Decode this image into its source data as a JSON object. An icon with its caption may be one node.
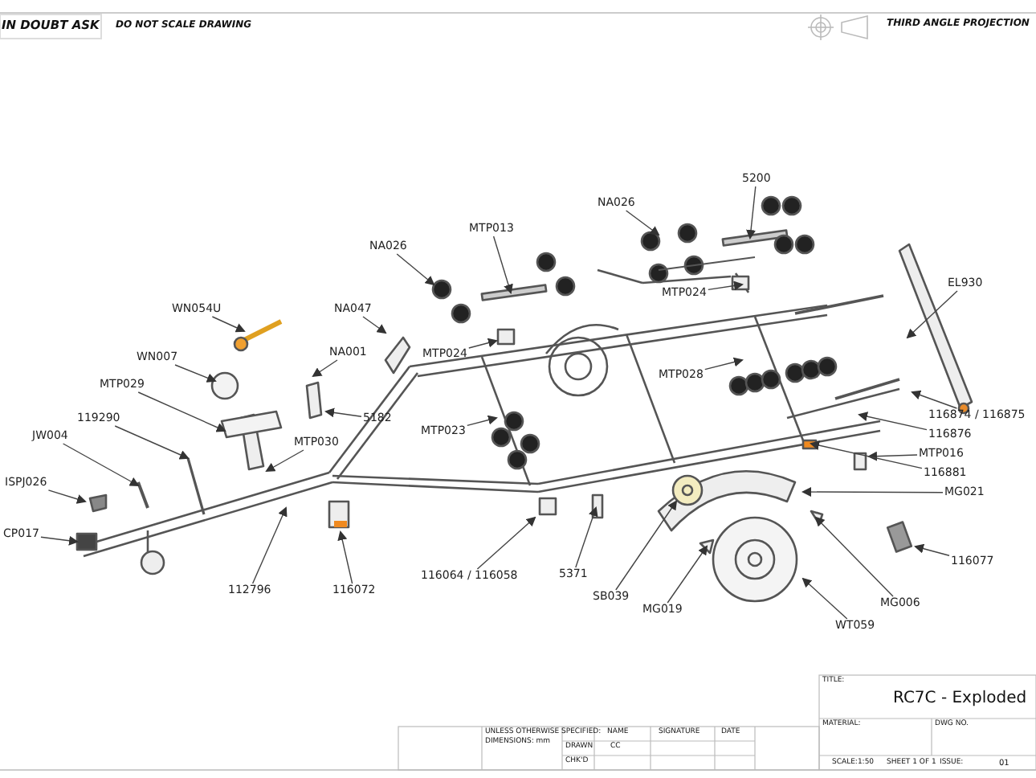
{
  "diagram": {
    "nodes": [
      {
        "text": [
          "NA026"
        ]
      },
      {
        "text": [
          "5200"
        ]
      },
      {
        "text": [
          "MTP013"
        ]
      },
      {
        "text": [
          "NA026"
        ]
      },
      {
        "text": [
          "WN054U"
        ]
      },
      {
        "text": [
          "NA047"
        ]
      },
      {
        "text": [
          "MTP024"
        ]
      },
      {
        "text": [
          "MTP024"
        ]
      },
      {
        "text": [
          "EL930"
        ]
      },
      {
        "text": [
          "WN007"
        ]
      },
      {
        "text": [
          "NA001"
        ]
      },
      {
        "text": [
          "MTP029"
        ]
      },
      {
        "text": [
          "5182"
        ]
      },
      {
        "text": [
          "MTP028"
        ]
      },
      {
        "text": [
          "119290"
        ]
      },
      {
        "text": [
          "MTP023"
        ]
      },
      {
        "text": [
          "MTP030"
        ]
      },
      {
        "text": [
          "JW004"
        ]
      },
      {
        "text": [
          "116874 / 116875"
        ]
      },
      {
        "text": [
          "116876"
        ]
      },
      {
        "text": [
          "ISPJ026"
        ]
      },
      {
        "text": [
          "MTP016"
        ]
      },
      {
        "text": [
          "CP017"
        ]
      },
      {
        "text": [
          "116881"
        ]
      },
      {
        "text": [
          "MG021"
        ]
      },
      {
        "text": [
          "116077"
        ]
      },
      {
        "text": [
          "112796"
        ]
      },
      {
        "text": [
          "116072"
        ]
      },
      {
        "text": [
          "116064 / 116058"
        ]
      },
      {
        "text": [
          "5371"
        ]
      },
      {
        "text": [
          "SB039"
        ]
      },
      {
        "text": [
          "MG006"
        ]
      },
      {
        "text": [
          "MG019"
        ]
      },
      {
        "text": [
          "WT059"
        ]
      }
    ],
    "edges": [
      {
        "from": 0,
        "to": null,
        "arrow": "to"
      },
      {
        "from": 1,
        "to": null,
        "arrow": "to"
      },
      {
        "from": 2,
        "to": null,
        "arrow": "to"
      },
      {
        "from": 3,
        "to": null,
        "arrow": "to"
      },
      {
        "from": 4,
        "to": null,
        "arrow": "to"
      },
      {
        "from": 5,
        "to": null,
        "arrow": "to"
      },
      {
        "from": 6,
        "to": null,
        "arrow": "to"
      },
      {
        "from": 7,
        "to": null,
        "arrow": "to"
      },
      {
        "from": 8,
        "to": null,
        "arrow": "to"
      },
      {
        "from": 9,
        "to": null,
        "arrow": "to"
      },
      {
        "from": 10,
        "to": null,
        "arrow": "to"
      },
      {
        "from": 11,
        "to": null,
        "arrow": "to"
      },
      {
        "from": 12,
        "to": null,
        "arrow": "to"
      },
      {
        "from": 13,
        "to": null,
        "arrow": "to"
      },
      {
        "from": 14,
        "to": null,
        "arrow": "to"
      },
      {
        "from": 15,
        "to": null,
        "arrow": "to"
      },
      {
        "from": 16,
        "to": null,
        "arrow": "to"
      },
      {
        "from": 17,
        "to": null,
        "arrow": "to"
      },
      {
        "from": 18,
        "to": null,
        "arrow": "to"
      },
      {
        "from": 19,
        "to": null,
        "arrow": "to"
      },
      {
        "from": 20,
        "to": null,
        "arrow": "to"
      },
      {
        "from": 21,
        "to": null,
        "arrow": "to"
      },
      {
        "from": 22,
        "to": null,
        "arrow": "to"
      },
      {
        "from": 23,
        "to": null,
        "arrow": "to"
      },
      {
        "from": 24,
        "to": null,
        "arrow": "to"
      },
      {
        "from": 25,
        "to": null,
        "arrow": "to"
      },
      {
        "from": 26,
        "to": null,
        "arrow": "to"
      },
      {
        "from": 27,
        "to": null,
        "arrow": "to"
      },
      {
        "from": 28,
        "to": null,
        "arrow": "to"
      },
      {
        "from": 29,
        "to": null,
        "arrow": "to"
      },
      {
        "from": 30,
        "to": null,
        "arrow": "to"
      },
      {
        "from": 31,
        "to": null,
        "arrow": "to"
      },
      {
        "from": 32,
        "to": null,
        "arrow": "to"
      },
      {
        "from": 33,
        "to": null,
        "arrow": "to"
      }
    ],
    "labels": [
      "IN DOUBT ASK",
      "DO NOT SCALE DRAWING",
      "THIRD ANGLE PROJECTION",
      "UNLESS OTHERWISE SPECIFIED:",
      "DIMENSIONS: mm",
      "NAME",
      "SIGNATURE",
      "DATE",
      "DRAWN",
      "CC",
      "CHK'D",
      "TITLE:",
      "RC7C - Exploded",
      "MATERIAL:",
      "DWG NO.",
      "SCALE:1:50",
      "SHEET 1 OF 1",
      "ISSUE:",
      "01"
    ]
  }
}
